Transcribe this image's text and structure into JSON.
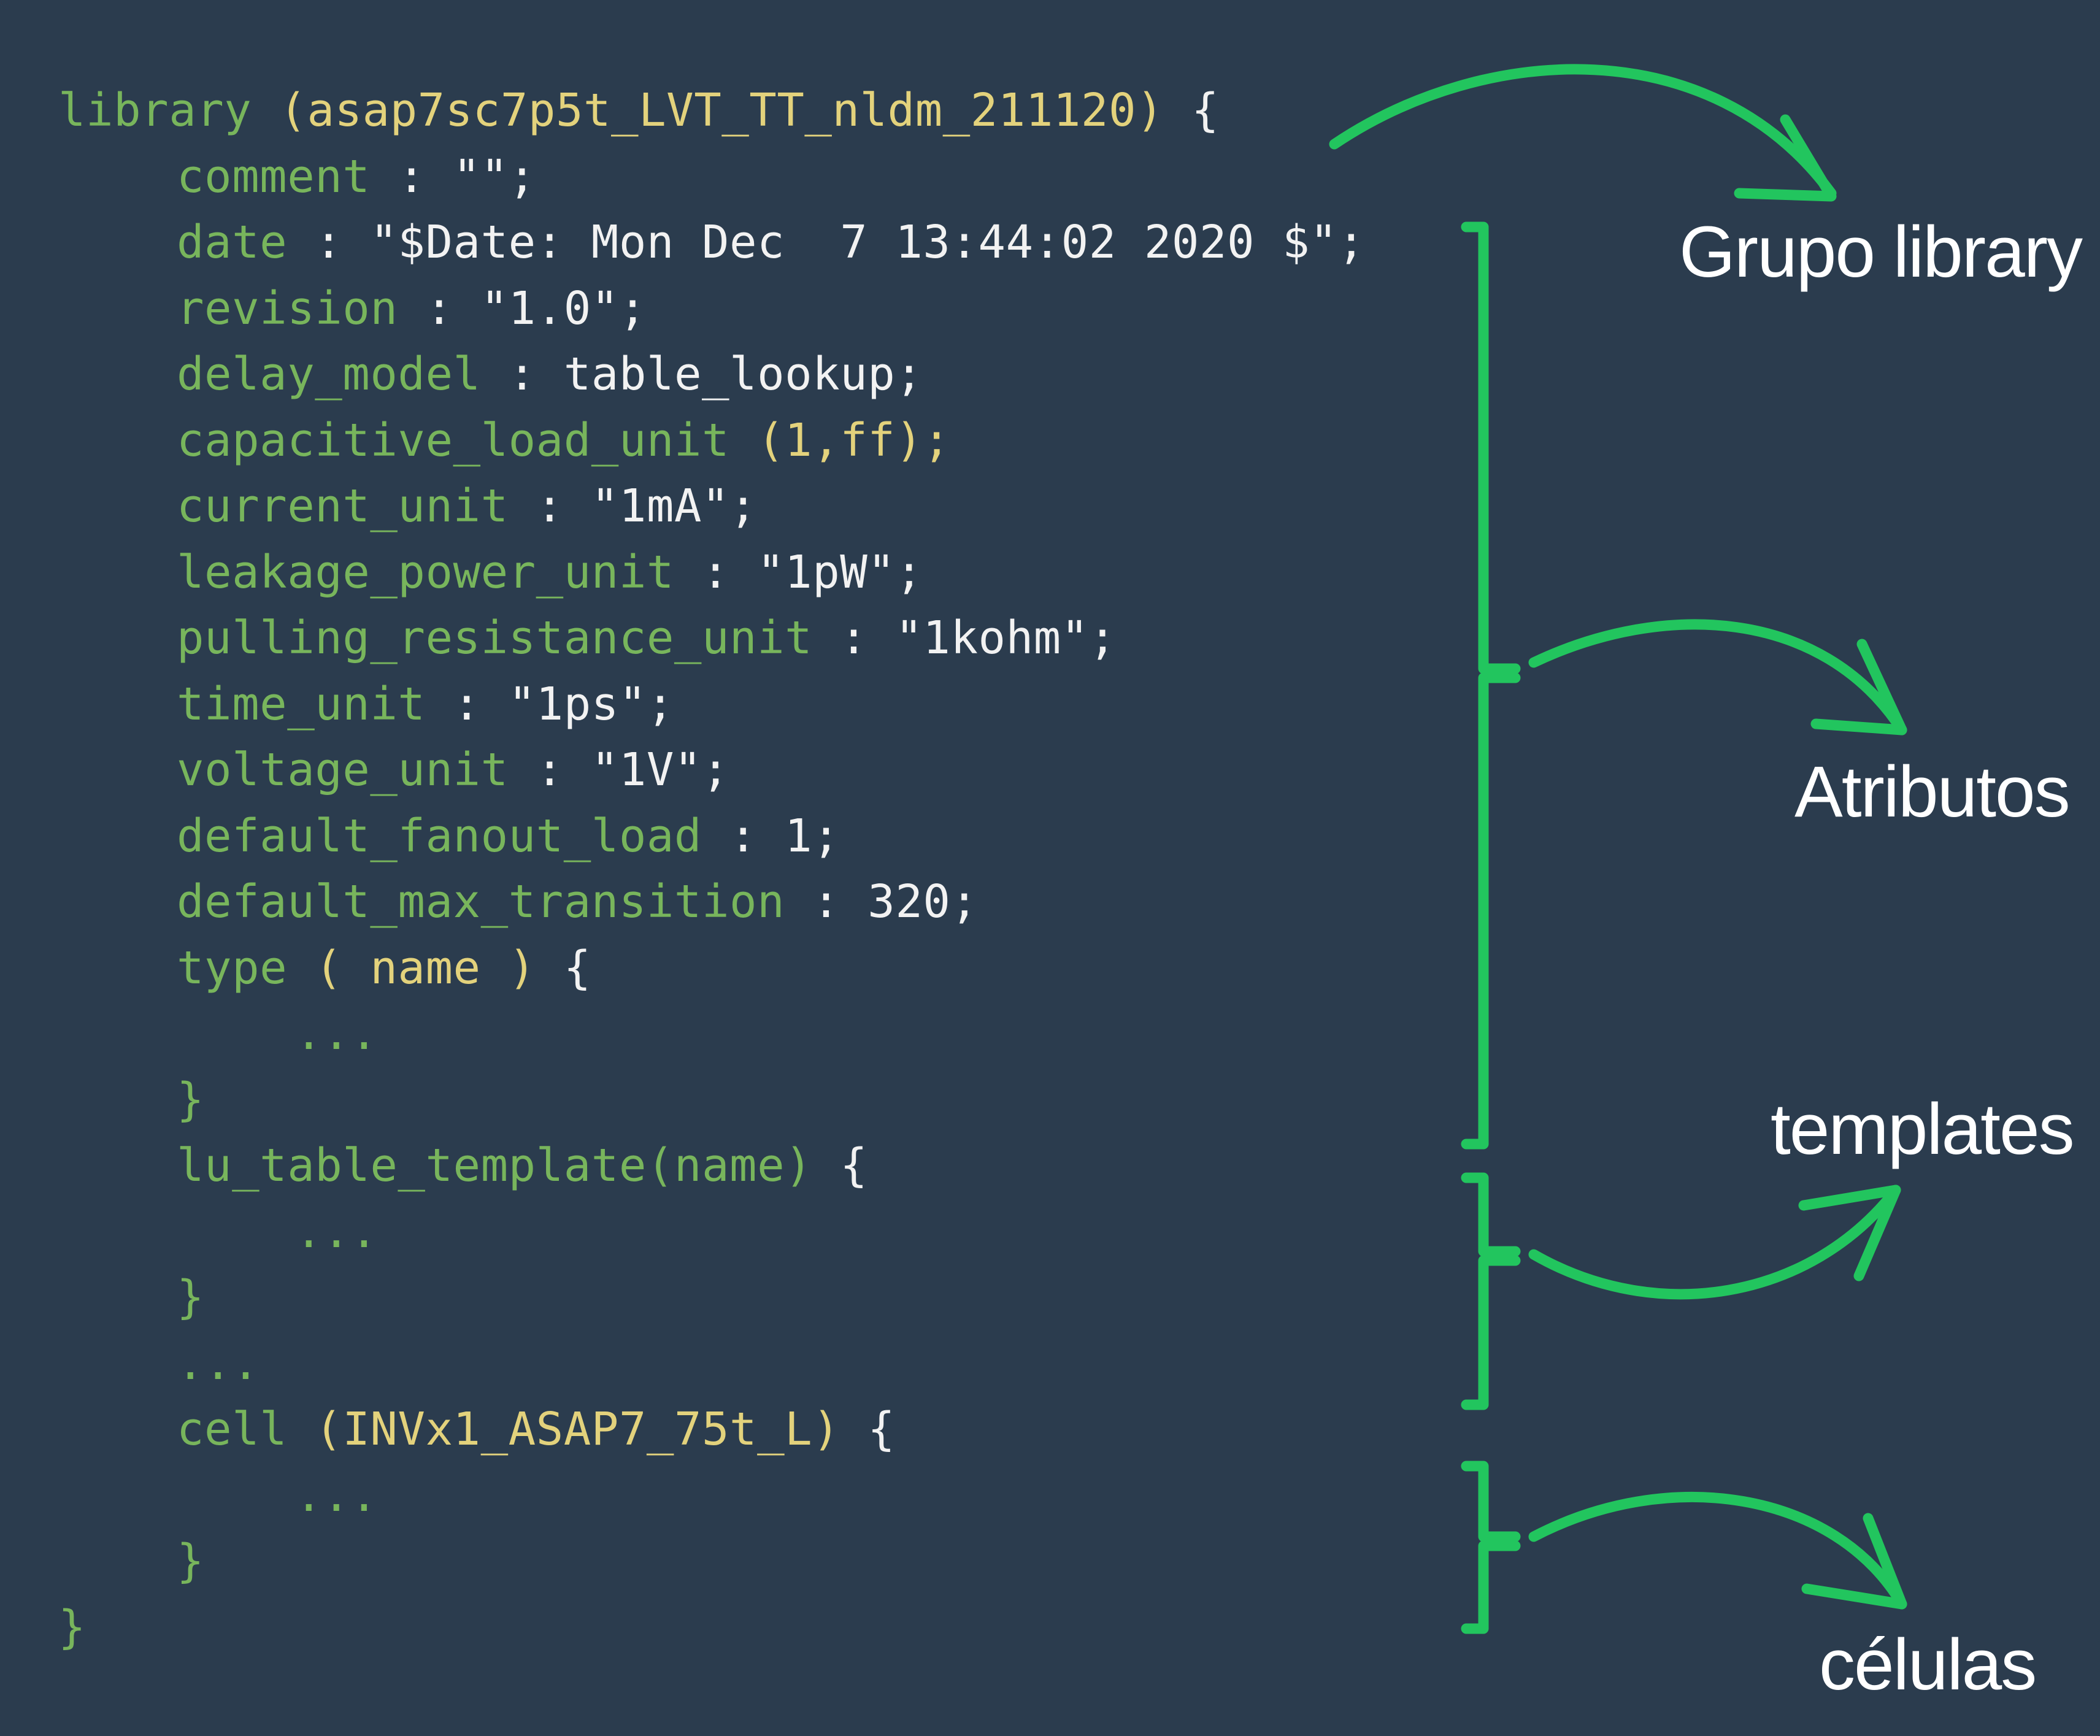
{
  "theme": {
    "background": "#2b3c4e",
    "keyword_color": "#78b55c",
    "argument_color": "#e3d27c",
    "text_color": "#f2f2f2",
    "annotation_color": "#22c55e",
    "label_color": "#ffffff"
  },
  "code": {
    "lines": [
      {
        "indent": 0,
        "tokens": [
          {
            "t": "library ",
            "c": "kw"
          },
          {
            "t": "(asap7sc7p5t_LVT_TT_nldm_211120)",
            "c": "arg"
          },
          {
            "t": " {",
            "c": "txt"
          }
        ]
      },
      {
        "indent": 1,
        "tokens": [
          {
            "t": "comment",
            "c": "kw"
          },
          {
            "t": " : \"\";",
            "c": "txt"
          }
        ]
      },
      {
        "indent": 1,
        "tokens": [
          {
            "t": "date",
            "c": "kw"
          },
          {
            "t": " : \"$Date: Mon Dec  7 13:44:02 2020 $\";",
            "c": "txt"
          }
        ]
      },
      {
        "indent": 1,
        "tokens": [
          {
            "t": "revision",
            "c": "kw"
          },
          {
            "t": " : \"1.0\";",
            "c": "txt"
          }
        ]
      },
      {
        "indent": 1,
        "tokens": [
          {
            "t": "delay_model",
            "c": "kw"
          },
          {
            "t": " : table_lookup;",
            "c": "txt"
          }
        ]
      },
      {
        "indent": 1,
        "tokens": [
          {
            "t": "capacitive_load_unit ",
            "c": "kw"
          },
          {
            "t": "(1,ff);",
            "c": "arg"
          }
        ]
      },
      {
        "indent": 1,
        "tokens": [
          {
            "t": "current_unit",
            "c": "kw"
          },
          {
            "t": " : \"1mA\";",
            "c": "txt"
          }
        ]
      },
      {
        "indent": 1,
        "tokens": [
          {
            "t": "leakage_power_unit",
            "c": "kw"
          },
          {
            "t": " : \"1pW\";",
            "c": "txt"
          }
        ]
      },
      {
        "indent": 1,
        "tokens": [
          {
            "t": "pulling_resistance_unit",
            "c": "kw"
          },
          {
            "t": " : \"1kohm\";",
            "c": "txt"
          }
        ]
      },
      {
        "indent": 1,
        "tokens": [
          {
            "t": "time_unit",
            "c": "kw"
          },
          {
            "t": " : \"1ps\";",
            "c": "txt"
          }
        ]
      },
      {
        "indent": 1,
        "tokens": [
          {
            "t": "voltage_unit",
            "c": "kw"
          },
          {
            "t": " : \"1V\";",
            "c": "txt"
          }
        ]
      },
      {
        "indent": 1,
        "tokens": [
          {
            "t": "default_fanout_load",
            "c": "kw"
          },
          {
            "t": " : 1;",
            "c": "txt"
          }
        ]
      },
      {
        "indent": 1,
        "tokens": [
          {
            "t": "default_max_transition",
            "c": "kw"
          },
          {
            "t": " : 320;",
            "c": "txt"
          }
        ]
      },
      {
        "indent": 1,
        "tokens": [
          {
            "t": "type ",
            "c": "kw"
          },
          {
            "t": "( name )",
            "c": "arg"
          },
          {
            "t": " {",
            "c": "txt"
          }
        ]
      },
      {
        "indent": 2,
        "tokens": [
          {
            "t": "...",
            "c": "kw"
          }
        ]
      },
      {
        "indent": 1,
        "tokens": [
          {
            "t": "}",
            "c": "kw"
          }
        ]
      },
      {
        "indent": 1,
        "tokens": [
          {
            "t": "lu_table_template(name)",
            "c": "kw"
          },
          {
            "t": " {",
            "c": "txt"
          }
        ]
      },
      {
        "indent": 2,
        "tokens": [
          {
            "t": "...",
            "c": "kw"
          }
        ]
      },
      {
        "indent": 1,
        "tokens": [
          {
            "t": "}",
            "c": "kw"
          }
        ]
      },
      {
        "indent": 1,
        "tokens": [
          {
            "t": "...",
            "c": "kw"
          }
        ]
      },
      {
        "indent": 1,
        "tokens": [
          {
            "t": "cell ",
            "c": "kw"
          },
          {
            "t": "(INVx1_ASAP7_75t_L)",
            "c": "arg"
          },
          {
            "t": " {",
            "c": "txt"
          }
        ]
      },
      {
        "indent": 2,
        "tokens": [
          {
            "t": "...",
            "c": "kw"
          }
        ]
      },
      {
        "indent": 1,
        "tokens": [
          {
            "t": "}",
            "c": "kw"
          }
        ]
      },
      {
        "indent": 0,
        "tokens": [
          {
            "t": "}",
            "c": "kw"
          }
        ]
      }
    ]
  },
  "annotations": [
    {
      "label": "Grupo library"
    },
    {
      "label": "Atributos"
    },
    {
      "label": "templates"
    },
    {
      "label": "células"
    }
  ]
}
